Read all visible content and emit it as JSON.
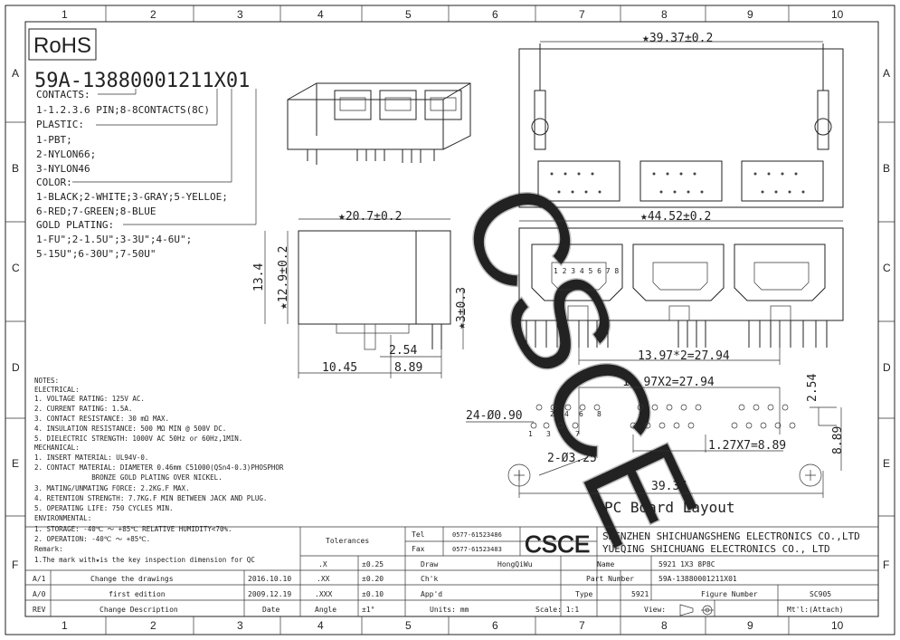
{
  "grid": {
    "columns": [
      "1",
      "2",
      "3",
      "4",
      "5",
      "6",
      "7",
      "8",
      "9",
      "10"
    ],
    "rows": [
      "A",
      "B",
      "C",
      "D",
      "E",
      "F"
    ]
  },
  "rohs": "RoHS",
  "part_code": "59A-13880001211X01",
  "spec": {
    "contacts_label": "CONTACTS:",
    "contacts_value": "1-1.2.3.6 PIN;8-8CONTACTS(8C)",
    "plastic_label": "PLASTIC:",
    "plastic_values": [
      "1-PBT;",
      "2-NYLON66;",
      "3-NYLON46"
    ],
    "color_label": "COLOR:",
    "color_values": [
      "1-BLACK;2-WHITE;3-GRAY;5-YELLOE;",
      "6-RED;7-GREEN;8-BLUE"
    ],
    "gold_label": "GOLD PLATING:",
    "gold_values": [
      "1-FU\";2-1.5U\";3-3U\";4-6U\";",
      "5-15U\";6-30U\";7-50U\""
    ]
  },
  "dims": {
    "top_width": "★39.37±0.2",
    "front_width": "★44.52±0.2",
    "side_width": "★20.7±0.2",
    "side_height": "13.4",
    "side_height2": "★12.9±0.2",
    "side_post": "★3±0.3",
    "side_pitch": "2.54",
    "side_a": "10.45",
    "side_b": "8.89",
    "front_pitch": "13.97*2=27.94",
    "pin_numbers": "1 2 3 4 5 6 7 8"
  },
  "pcb": {
    "pitch_top": "13.97X2=27.94",
    "row_gap": "2.54",
    "holes": "24-Ø0.90",
    "big_holes": "2-Ø3.25",
    "pin_pitch": "1.27X7=8.89",
    "height": "8.89",
    "width": "39.37",
    "title": "PC Board Layout",
    "hole_labels": [
      "1",
      "2",
      "3",
      "4",
      "5",
      "6",
      "7",
      "8"
    ]
  },
  "notes": [
    "NOTES:",
    "ELECTRICAL:",
    "1. VOLTAGE RATING: 125V AC.",
    "2. CURRENT RATING: 1.5A.",
    "3. CONTACT RESISTANCE: 30 mΩ MAX.",
    "4. INSULATION RESISTANCE: 500 MΩ MIN @ 500V DC.",
    "5. DIELECTRIC STRENGTH: 1000V AC 50Hz or 60Hz,1MIN.",
    "MECHANICAL:",
    "1. INSERT MATERIAL: UL94V-0.",
    "2. CONTACT MATERIAL: DIAMETER 0.46mm C51000(QSn4-0.3)PHOSPHOR",
    "              BRONZE GOLD PLATING OVER NICKEL.",
    "3. MATING/UNMATING FORCE: 2.2KG.F MAX.",
    "4. RETENTION STRENGTH: 7.7KG.F MIN BETWEEN JACK AND PLUG.",
    "5. OPERATING LIFE: 750 CYCLES MIN.",
    "ENVIRONMENTAL:",
    "1. STORAGE: -40℃ ～ +85℃ RELATIVE HUMIDITY<70%.",
    "2. OPERATION: -40℃ ～ +85℃.",
    "Remark:",
    "1.The mark with★is the key inspection dimension for QC"
  ],
  "title_block": {
    "tolerances": "Tolerances",
    "tol_rows": [
      [
        ".X",
        "±0.25"
      ],
      [
        ".XX",
        "±0.20"
      ],
      [
        ".XXX",
        "±0.10"
      ],
      [
        "Angle",
        "±1°"
      ]
    ],
    "tel_label": "Tel",
    "tel": "0577-61523486",
    "fax_label": "Fax",
    "fax": "0577-61523483",
    "logo": "CSCE",
    "company1": "SHENZHEN SHICHUANGSHENG ELECTRONICS CO.,LTD",
    "company2": "YUEQING SHICHUANG ELECTRONICS CO., LTD",
    "draw_label": "Draw",
    "draw": "HongQiWu",
    "check_label": "Ch'k",
    "app_label": "App'd",
    "units": "Units: mm",
    "name_label": "Name",
    "name": "5921 1X3 8P8C",
    "part_label": "Part Number",
    "part": "59A-13880001211X01",
    "type_label": "Type",
    "type": "5921",
    "figure_label": "Figure Number",
    "figure": "SC905",
    "scale": "Scale: 1:1",
    "view": "View:",
    "mt": "Mt'l:(Attach)",
    "revisions": [
      [
        "A/1",
        "Change the drawings",
        "2016.10.10"
      ],
      [
        "A/0",
        "first edition",
        "2009.12.19"
      ]
    ],
    "rev_header": [
      "REV",
      "Change Description",
      "Date"
    ]
  },
  "watermark": "CSCE"
}
